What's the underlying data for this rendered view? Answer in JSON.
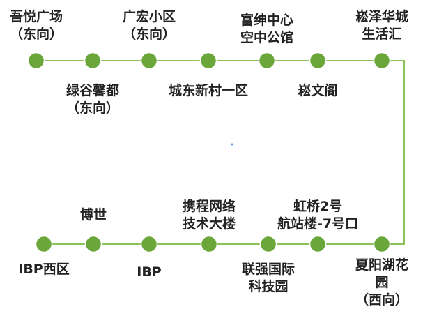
{
  "colors": {
    "route_line": "#8cc25a",
    "stop_fill": "#6aa63a",
    "stop_stroke": "#ffffff",
    "text": "#222222",
    "center_dot": "#5a8fd0"
  },
  "route": {
    "top_row": [
      {
        "name": "吾悦广场\n（东向）"
      },
      {
        "name": "绿谷馨都\n（东向）"
      },
      {
        "name": "广宏小区\n（东向）"
      },
      {
        "name": "城东新村一区"
      },
      {
        "name": "富绅中心\n空中公馆"
      },
      {
        "name": "崧文阁"
      },
      {
        "name": "崧泽华城\n生活汇"
      }
    ],
    "bottom_row": [
      {
        "name": "IBP西区"
      },
      {
        "name": "博世"
      },
      {
        "name": "IBP"
      },
      {
        "name": "携程网络\n技术大楼"
      },
      {
        "name": "联强国际\n科技园"
      },
      {
        "name": "虹桥2号\n航站楼-7号口"
      },
      {
        "name": "夏阳湖花园\n（西向）"
      }
    ]
  }
}
